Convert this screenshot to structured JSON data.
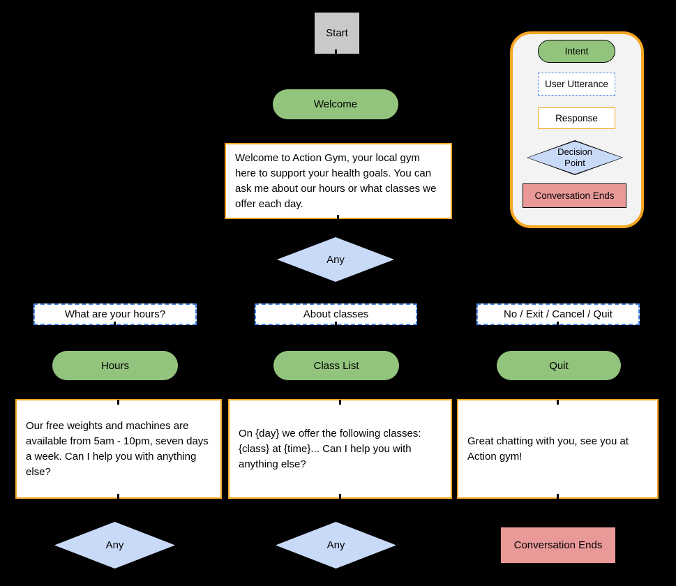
{
  "flow": {
    "start": "Start",
    "welcome_intent": "Welcome",
    "welcome_response": "Welcome to Action Gym, your local gym here to support your health goals. You can ask me about our hours or what classes we offer each day.",
    "decision_top": "Any",
    "utterances": {
      "hours": "What are your hours?",
      "classes": "About classes",
      "quit": "No / Exit / Cancel / Quit"
    },
    "intents": {
      "hours": "Hours",
      "classes": "Class List",
      "quit": "Quit"
    },
    "responses": {
      "hours": "Our free weights and machines are available from 5am - 10pm, seven days a week. Can I help you with anything else?",
      "classes": "On {day} we offer the following classes: {class} at {time}... Can I help you with anything else?",
      "quit": "Great chatting with you, see you at Action gym!"
    },
    "decision_hours": "Any",
    "decision_classes": "Any",
    "conversation_ends": "Conversation Ends"
  },
  "legend": {
    "intent": "Intent",
    "user_utterance": "User Utterance",
    "response": "Response",
    "decision_point": "Decision Point",
    "conversation_ends": "Conversation Ends"
  },
  "colors": {
    "canvas_bg": "#000000",
    "start_gray": "#c9c9c9",
    "intent_green": "#93c47d",
    "decision_blue": "#c9daf8",
    "ends_pink": "#ea9999",
    "accent_orange": "#f5a623",
    "utterance_dash_blue": "#4a86e8",
    "legend_bg": "#f3f3f3"
  }
}
